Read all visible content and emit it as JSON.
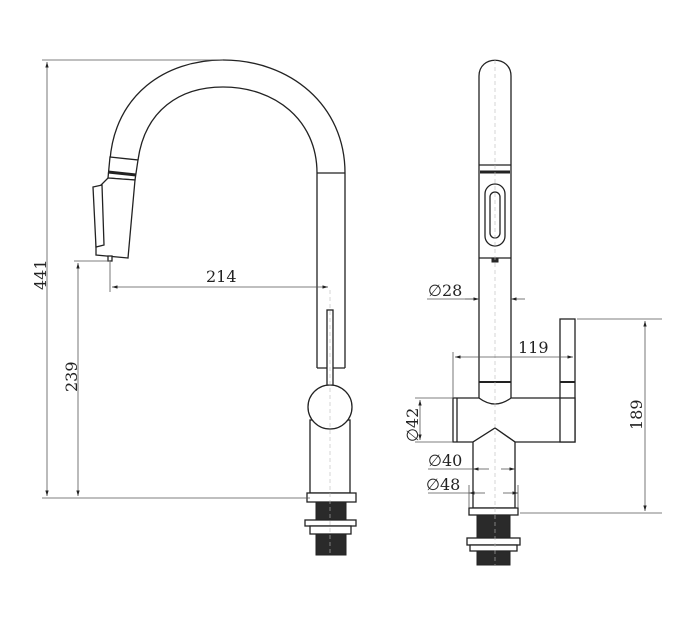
{
  "drawing": {
    "front_view": {
      "total_height": "441",
      "spout_height": "239",
      "spout_reach": "214"
    },
    "side_view": {
      "spout_diameter": "∅28",
      "body_length": "119",
      "body_diameter": "∅42",
      "body_height": "189",
      "stem_diameter": "∅40",
      "base_diameter": "∅48"
    }
  }
}
